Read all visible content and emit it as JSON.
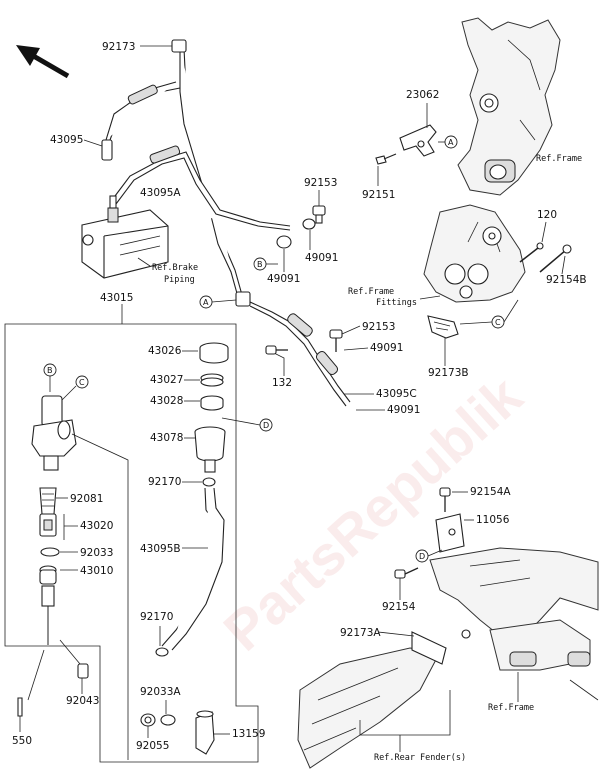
{
  "labels": {
    "p92173": "92173",
    "p43095": "43095",
    "p43095A": "43095A",
    "p23062": "23062",
    "p92151": "92151",
    "p92153a": "92153",
    "p49091a": "49091",
    "p49091b": "49091",
    "p120": "120",
    "p92154B": "92154B",
    "p43015": "43015",
    "p43026": "43026",
    "p43027": "43027",
    "p43028": "43028",
    "p43078": "43078",
    "p92170a": "92170",
    "p43095B": "43095B",
    "p92170b": "92170",
    "p92081": "92081",
    "p43020": "43020",
    "p92033": "92033",
    "p43010": "43010",
    "p92043": "92043",
    "p550": "550",
    "p92033A": "92033A",
    "p92055": "92055",
    "p13159": "13159",
    "p92153b": "92153",
    "p49091c": "49091",
    "p132": "132",
    "p43095C": "43095C",
    "p49091d": "49091",
    "p92173B": "92173B",
    "p92154A": "92154A",
    "p11056": "11056",
    "p92154": "92154",
    "p92173A": "92173A"
  },
  "refs": {
    "frame_top": "Ref.Frame",
    "brake_piping_1": "Ref.Brake",
    "brake_piping_2": "Piping",
    "frame_fittings_1": "Ref.Frame",
    "frame_fittings_2": "Fittings",
    "frame_bottom": "Ref.Frame",
    "rear_fender": "Ref.Rear Fender(s)"
  },
  "markers": {
    "A": "A",
    "B": "B",
    "C": "C",
    "D": "D"
  },
  "watermark": "PartsRepublik"
}
